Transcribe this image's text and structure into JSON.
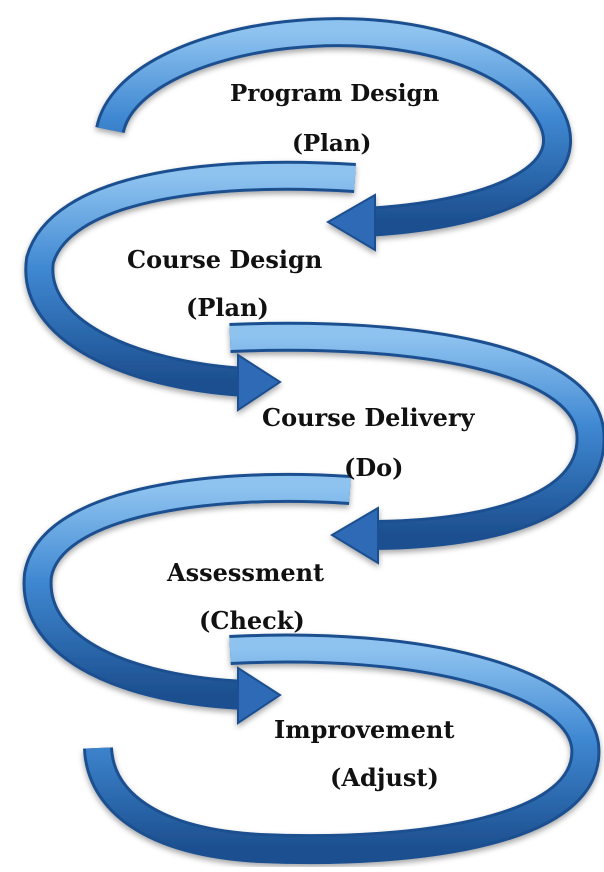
{
  "diagram": {
    "colors": {
      "ribbon_light": "#8ec3f0",
      "ribbon_mid": "#3f88d2",
      "ribbon_dark": "#1c4f8f",
      "label_text": "#111111",
      "background": "#ffffff"
    },
    "stages": [
      {
        "name": "Program Design",
        "phase": "(Plan)"
      },
      {
        "name": "Course Design",
        "phase": "(Plan)"
      },
      {
        "name": "Course Delivery",
        "phase": "(Do)"
      },
      {
        "name": "Assessment",
        "phase": "(Check)"
      },
      {
        "name": "Improvement",
        "phase": "(Adjust)"
      }
    ]
  }
}
